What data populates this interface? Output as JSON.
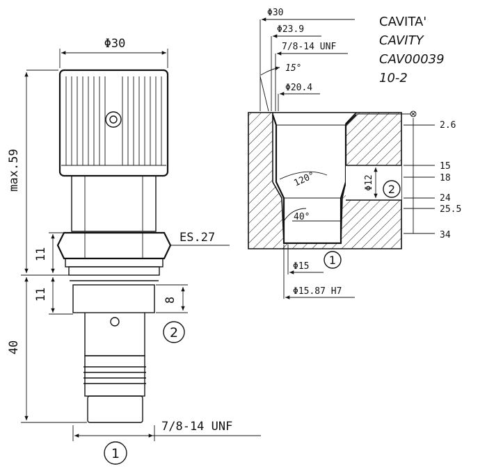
{
  "valve": {
    "dia_top": "Φ30",
    "max_height": "max.59",
    "hex_size": "ES.27",
    "dim_11_a": "11",
    "dim_11_b": "11",
    "dim_40": "40",
    "dim_8": "8",
    "thread": "7/8-14 UNF",
    "port1": "1",
    "port2": "2"
  },
  "cavity": {
    "title_line1": "CAVITA'",
    "title_line2": "CAVITY",
    "title_line3": "CAV00039",
    "title_line4": "10-2",
    "dia_30": "Φ30",
    "dia_239": "Φ23.9",
    "thread": "7/8-14 UNF",
    "angle_15": "15°",
    "dia_204": "Φ20.4",
    "angle_120": "120°",
    "angle_40": "40°",
    "dia_12": "Φ12",
    "dia_15": "Φ15",
    "dia_1587": "Φ15.87 H7",
    "depths": [
      "2.6",
      "15",
      "18",
      "24",
      "25.5",
      "34"
    ],
    "port1": "1",
    "port2": "2"
  }
}
